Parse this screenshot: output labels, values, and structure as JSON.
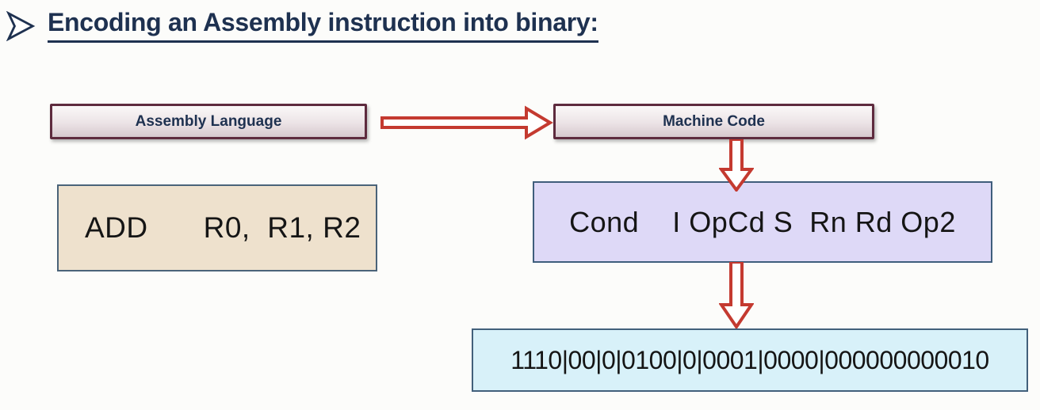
{
  "title": {
    "text": "Encoding an Assembly instruction into binary:"
  },
  "boxes": {
    "assembly_language": {
      "label": "Assembly Language"
    },
    "machine_code": {
      "label": "Machine Code"
    },
    "assembly_example": {
      "mnemonic": "ADD",
      "operands": "R0,  R1, R2"
    },
    "instruction_format": {
      "fields": "Cond    I OpCd S  Rn Rd Op2"
    },
    "binary_encoding": {
      "value": "1110|00|0|0100|0|0001|0000|000000000010"
    }
  },
  "icons": {
    "title_bullet": "➢ outlined-arrowhead-right",
    "flow_arrow": "hollow-arrow-right",
    "machine_to_format_arrow": "hollow-arrow-down",
    "format_to_binary_arrow": "hollow-arrow-down"
  },
  "colors": {
    "title_navy": "#1e3150",
    "header_box_border": "#5e2b3e",
    "header_box_fill_top": "#faf8f8",
    "header_box_fill_bottom": "#d6c9ce",
    "arrow_red": "#c43a30",
    "assembly_box_fill": "#eee1cd",
    "assembly_box_border": "#4a6379",
    "format_box_fill": "#ded9f7",
    "format_box_border": "#3f5e7c",
    "binary_box_fill": "#d8f1f9",
    "binary_box_border": "#42607b",
    "background": "#fcfcfa"
  }
}
